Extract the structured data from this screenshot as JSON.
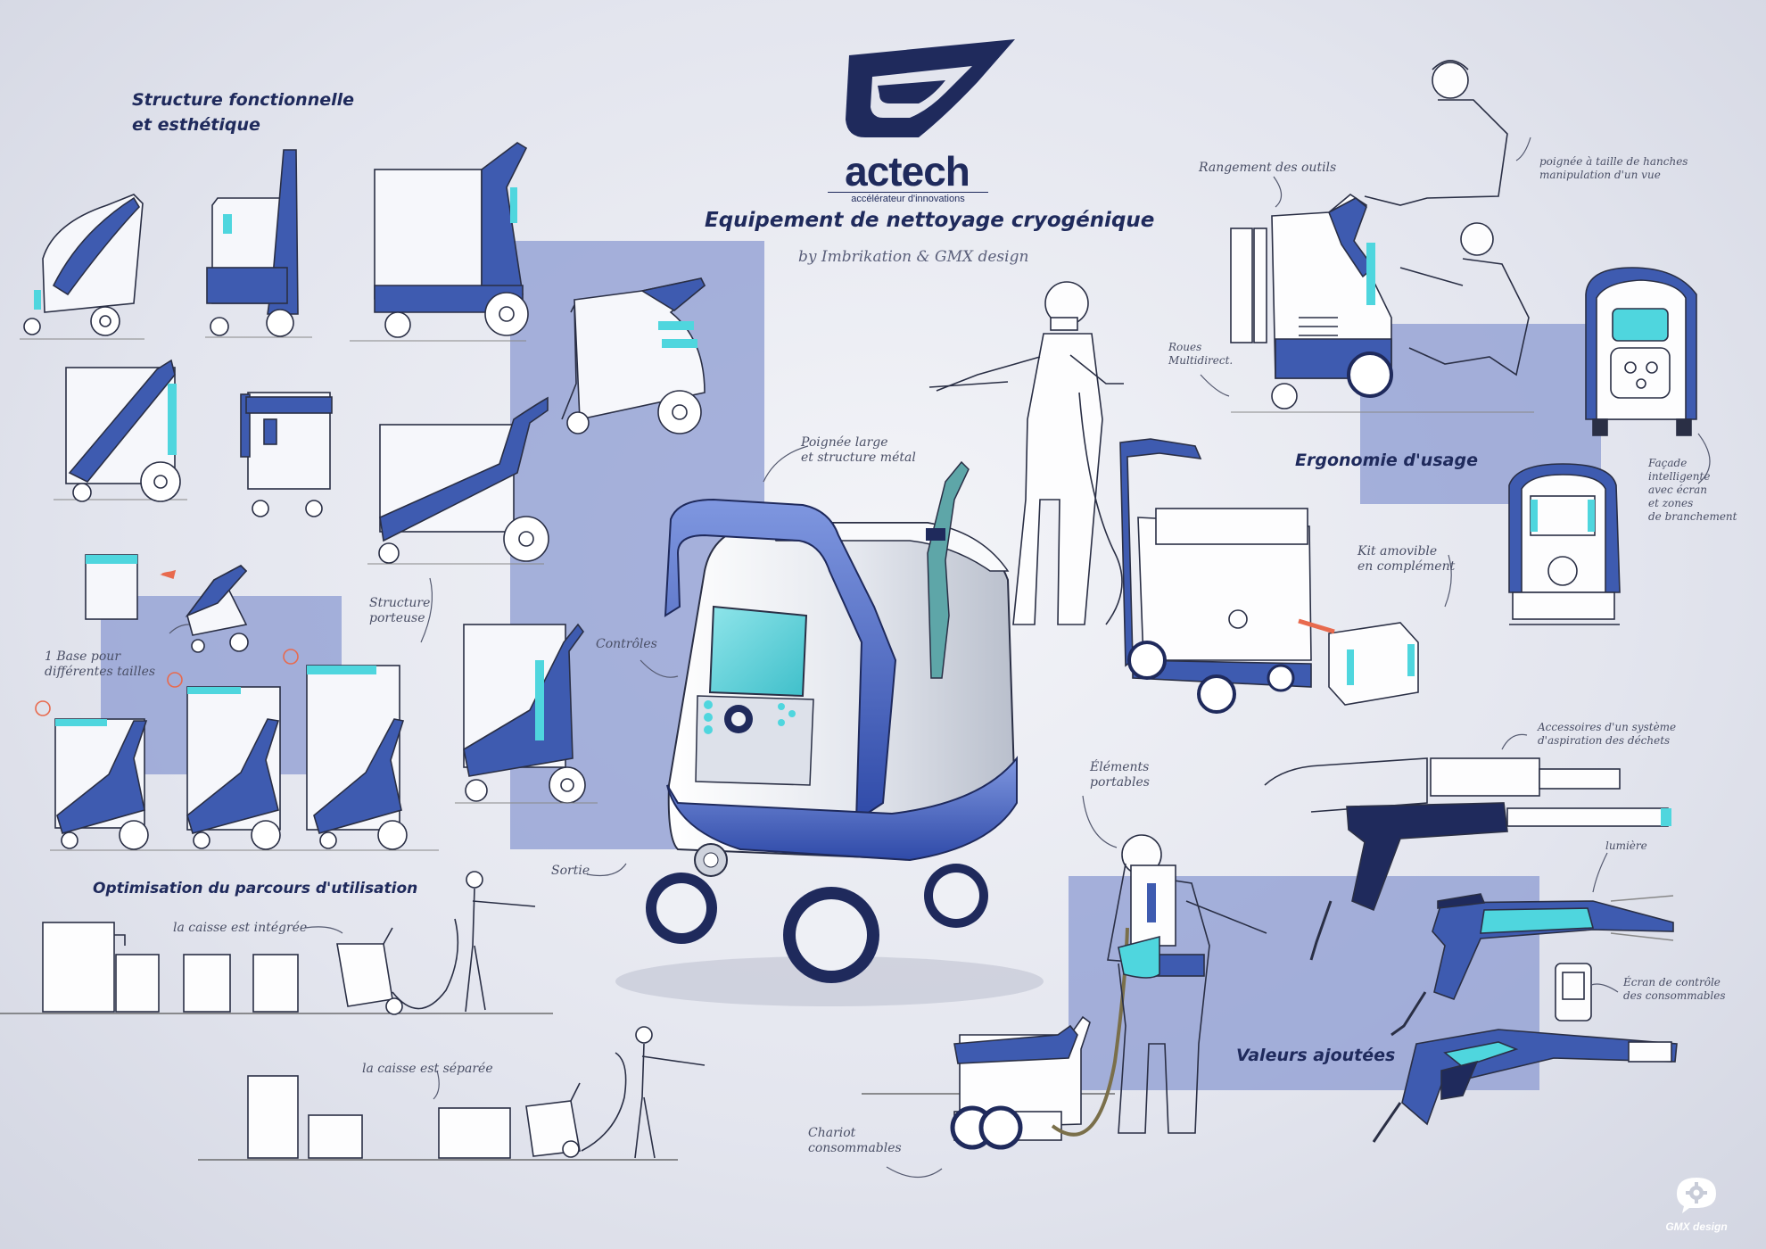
{
  "brand": {
    "name": "actech",
    "tagline": "accélérateur d'innovations"
  },
  "title": "Equipement de nettoyage cryogénique",
  "byline": "by Imbrikation & GMX design",
  "sections": {
    "structure": "Structure fonctionnelle\net esthétique",
    "optimisation": "Optimisation du parcours d'utilisation",
    "ergonomie": "Ergonomie d'usage",
    "valeurs": "Valeurs ajoutées"
  },
  "annotations": {
    "base_tailles": "1 Base pour\ndifférentes tailles",
    "structure_porteuse": "Structure\nporteuse",
    "poignee": "Poignée large\net structure métal",
    "controles": "Contrôles",
    "sortie": "Sortie",
    "caisse_integree": "la caisse est intégrée",
    "caisse_separee": "la caisse est séparée",
    "chariot": "Chariot\nconsommables",
    "elements_portables": "Éléments\nportables",
    "rangement_outils": "Rangement des outils",
    "poignee_taille": "poignée à taille de hanches\nmanipulation d'un vue",
    "roues": "Roues\nMultidirect.",
    "kit": "Kit amovible\nen complément",
    "facade": "Façade\nintelligente\navec écran\net zones\nde branchement",
    "accessoires": "Accessoires d'un système\nd'aspiration des déchets",
    "lumiere": "lumière",
    "ecran": "Écran de contrôle\ndes consommables"
  },
  "footer": {
    "watermark": "GMX design"
  },
  "colors": {
    "navy": "#1f2a5c",
    "blue": "#3e5bb0",
    "panel": "#8c9bd1",
    "cyan": "#4fd6de",
    "accent_red": "#e86a4e"
  }
}
